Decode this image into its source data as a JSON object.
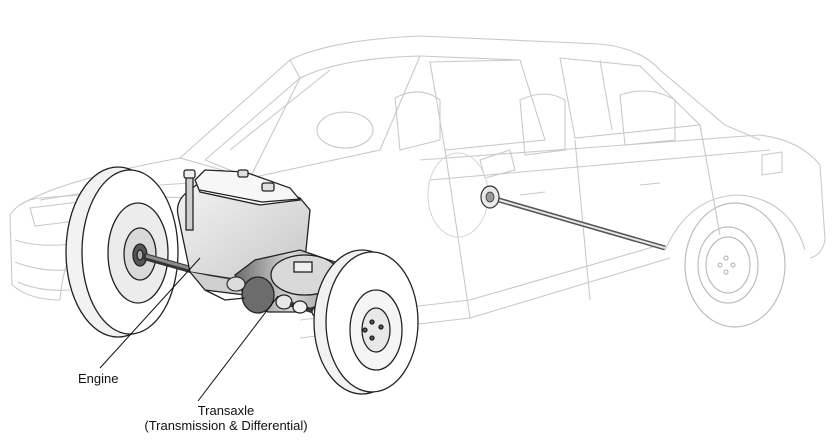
{
  "labels": {
    "engine": "Engine",
    "transaxle_line1": "Transaxle",
    "transaxle_line2": "(Transmission & Differential)"
  }
}
